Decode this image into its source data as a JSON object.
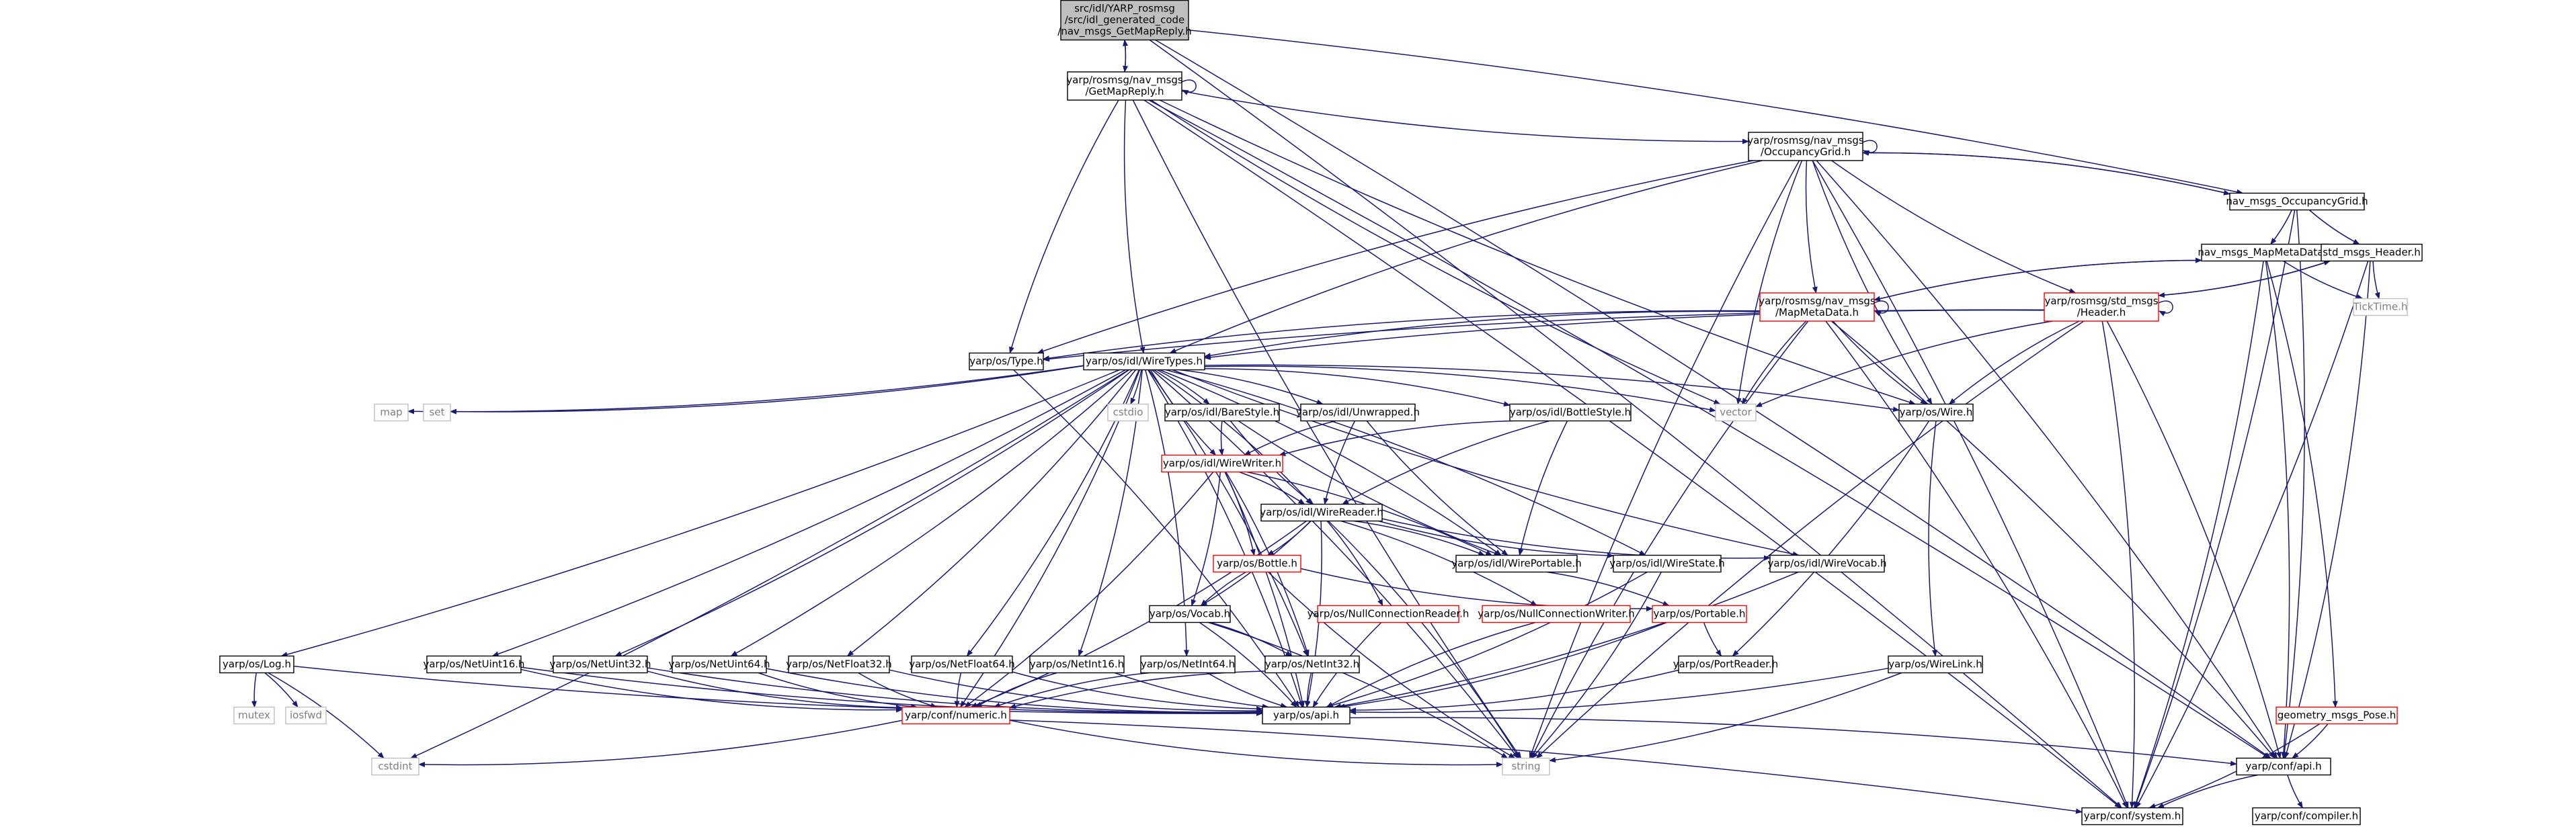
{
  "colors": {
    "edge": "#191970",
    "border_default": "#000000",
    "border_truncated": "#ff0000",
    "border_system": "#bfbfbf",
    "fill_default": "#ffffff",
    "fill_root": "#bfbfbf",
    "text_default": "#000000",
    "text_system": "#7f7f7f"
  },
  "nodes": [
    {
      "id": "root",
      "lines": [
        "src/idl/YARP_rosmsg",
        "/src/idl_generated_code",
        "/nav_msgs_GetMapReply.h"
      ],
      "kind": "root"
    },
    {
      "id": "getmapreply",
      "lines": [
        "yarp/rosmsg/nav_msgs",
        "/GetMapReply.h"
      ],
      "kind": "default"
    },
    {
      "id": "occgrid",
      "lines": [
        "yarp/rosmsg/nav_msgs",
        "/OccupancyGrid.h"
      ],
      "kind": "default"
    },
    {
      "id": "navocc",
      "lines": [
        "nav_msgs_OccupancyGrid.h"
      ],
      "kind": "default"
    },
    {
      "id": "navmeta",
      "lines": [
        "nav_msgs_MapMetaData.h"
      ],
      "kind": "default"
    },
    {
      "id": "stdheader",
      "lines": [
        "std_msgs_Header.h"
      ],
      "kind": "default"
    },
    {
      "id": "rosmeta",
      "lines": [
        "yarp/rosmsg/nav_msgs",
        "/MapMetaData.h"
      ],
      "kind": "truncated"
    },
    {
      "id": "rosheader",
      "lines": [
        "yarp/rosmsg/std_msgs",
        "/Header.h"
      ],
      "kind": "truncated"
    },
    {
      "id": "ticktime",
      "lines": [
        "TickTime.h"
      ],
      "kind": "system"
    },
    {
      "id": "type",
      "lines": [
        "yarp/os/Type.h"
      ],
      "kind": "default"
    },
    {
      "id": "wiretypes",
      "lines": [
        "yarp/os/idl/WireTypes.h"
      ],
      "kind": "default"
    },
    {
      "id": "map",
      "lines": [
        "map"
      ],
      "kind": "system"
    },
    {
      "id": "set",
      "lines": [
        "set"
      ],
      "kind": "system"
    },
    {
      "id": "cstdio",
      "lines": [
        "cstdio"
      ],
      "kind": "system"
    },
    {
      "id": "barestyle",
      "lines": [
        "yarp/os/idl/BareStyle.h"
      ],
      "kind": "default"
    },
    {
      "id": "unwrapped",
      "lines": [
        "yarp/os/idl/Unwrapped.h"
      ],
      "kind": "default"
    },
    {
      "id": "bottlestyle",
      "lines": [
        "yarp/os/idl/BottleStyle.h"
      ],
      "kind": "default"
    },
    {
      "id": "vector",
      "lines": [
        "vector"
      ],
      "kind": "system"
    },
    {
      "id": "wire",
      "lines": [
        "yarp/os/Wire.h"
      ],
      "kind": "default"
    },
    {
      "id": "wirewriter",
      "lines": [
        "yarp/os/idl/WireWriter.h"
      ],
      "kind": "truncated"
    },
    {
      "id": "wirereader",
      "lines": [
        "yarp/os/idl/WireReader.h"
      ],
      "kind": "default"
    },
    {
      "id": "bottle",
      "lines": [
        "yarp/os/Bottle.h"
      ],
      "kind": "truncated"
    },
    {
      "id": "wireportable",
      "lines": [
        "yarp/os/idl/WirePortable.h"
      ],
      "kind": "default"
    },
    {
      "id": "wirestate",
      "lines": [
        "yarp/os/idl/WireState.h"
      ],
      "kind": "default"
    },
    {
      "id": "wirevocab",
      "lines": [
        "yarp/os/idl/WireVocab.h"
      ],
      "kind": "default"
    },
    {
      "id": "vocab",
      "lines": [
        "yarp/os/Vocab.h"
      ],
      "kind": "default"
    },
    {
      "id": "nullreader",
      "lines": [
        "yarp/os/NullConnectionReader.h"
      ],
      "kind": "truncated"
    },
    {
      "id": "nullwriter",
      "lines": [
        "yarp/os/NullConnectionWriter.h"
      ],
      "kind": "truncated"
    },
    {
      "id": "portable",
      "lines": [
        "yarp/os/Portable.h"
      ],
      "kind": "truncated"
    },
    {
      "id": "portreader",
      "lines": [
        "yarp/os/PortReader.h"
      ],
      "kind": "default"
    },
    {
      "id": "wirelink",
      "lines": [
        "yarp/os/WireLink.h"
      ],
      "kind": "default"
    },
    {
      "id": "log",
      "lines": [
        "yarp/os/Log.h"
      ],
      "kind": "default"
    },
    {
      "id": "mutex",
      "lines": [
        "mutex"
      ],
      "kind": "system"
    },
    {
      "id": "iosfwd",
      "lines": [
        "iosfwd"
      ],
      "kind": "system"
    },
    {
      "id": "netuint16",
      "lines": [
        "yarp/os/NetUint16.h"
      ],
      "kind": "default"
    },
    {
      "id": "netuint32",
      "lines": [
        "yarp/os/NetUint32.h"
      ],
      "kind": "default"
    },
    {
      "id": "netuint64",
      "lines": [
        "yarp/os/NetUint64.h"
      ],
      "kind": "default"
    },
    {
      "id": "netfloat32",
      "lines": [
        "yarp/os/NetFloat32.h"
      ],
      "kind": "default"
    },
    {
      "id": "netfloat64",
      "lines": [
        "yarp/os/NetFloat64.h"
      ],
      "kind": "default"
    },
    {
      "id": "netint16",
      "lines": [
        "yarp/os/NetInt16.h"
      ],
      "kind": "default"
    },
    {
      "id": "netint64",
      "lines": [
        "yarp/os/NetInt64.h"
      ],
      "kind": "default"
    },
    {
      "id": "netint32",
      "lines": [
        "yarp/os/NetInt32.h"
      ],
      "kind": "default"
    },
    {
      "id": "osapi",
      "lines": [
        "yarp/os/api.h"
      ],
      "kind": "default"
    },
    {
      "id": "numeric",
      "lines": [
        "yarp/conf/numeric.h"
      ],
      "kind": "truncated"
    },
    {
      "id": "cstdint",
      "lines": [
        "cstdint"
      ],
      "kind": "system"
    },
    {
      "id": "string",
      "lines": [
        "string"
      ],
      "kind": "system"
    },
    {
      "id": "geopose",
      "lines": [
        "geometry_msgs_Pose.h"
      ],
      "kind": "truncated"
    },
    {
      "id": "confapi",
      "lines": [
        "yarp/conf/api.h"
      ],
      "kind": "default"
    },
    {
      "id": "confsystem",
      "lines": [
        "yarp/conf/system.h"
      ],
      "kind": "default"
    },
    {
      "id": "confcompiler",
      "lines": [
        "yarp/conf/compiler.h"
      ],
      "kind": "default"
    }
  ],
  "edges": [
    [
      "root",
      "getmapreply"
    ],
    [
      "root",
      "navocc"
    ],
    [
      "root",
      "confapi"
    ],
    [
      "root",
      "confsystem"
    ],
    [
      "getmapreply",
      "getmapreply"
    ],
    [
      "getmapreply",
      "root"
    ],
    [
      "getmapreply",
      "occgrid"
    ],
    [
      "getmapreply",
      "type"
    ],
    [
      "getmapreply",
      "wiretypes"
    ],
    [
      "getmapreply",
      "wire"
    ],
    [
      "getmapreply",
      "vector"
    ],
    [
      "getmapreply",
      "string"
    ],
    [
      "getmapreply",
      "confapi"
    ],
    [
      "getmapreply",
      "confsystem"
    ],
    [
      "occgrid",
      "occgrid"
    ],
    [
      "occgrid",
      "navocc"
    ],
    [
      "occgrid",
      "rosmeta"
    ],
    [
      "occgrid",
      "rosheader"
    ],
    [
      "occgrid",
      "type"
    ],
    [
      "occgrid",
      "wiretypes"
    ],
    [
      "occgrid",
      "wire"
    ],
    [
      "occgrid",
      "vector"
    ],
    [
      "occgrid",
      "string"
    ],
    [
      "occgrid",
      "confapi"
    ],
    [
      "occgrid",
      "confsystem"
    ],
    [
      "navocc",
      "occgrid"
    ],
    [
      "navocc",
      "navmeta"
    ],
    [
      "navocc",
      "stdheader"
    ],
    [
      "navocc",
      "confapi"
    ],
    [
      "navocc",
      "confsystem"
    ],
    [
      "navmeta",
      "rosmeta"
    ],
    [
      "navmeta",
      "ticktime"
    ],
    [
      "navmeta",
      "geopose"
    ],
    [
      "navmeta",
      "confapi"
    ],
    [
      "navmeta",
      "confsystem"
    ],
    [
      "stdheader",
      "rosheader"
    ],
    [
      "stdheader",
      "ticktime"
    ],
    [
      "stdheader",
      "confapi"
    ],
    [
      "stdheader",
      "confsystem"
    ],
    [
      "rosmeta",
      "rosmeta"
    ],
    [
      "rosmeta",
      "navmeta"
    ],
    [
      "rosmeta",
      "type"
    ],
    [
      "rosmeta",
      "wiretypes"
    ],
    [
      "rosmeta",
      "wire"
    ],
    [
      "rosmeta",
      "vector"
    ],
    [
      "rosmeta",
      "string"
    ],
    [
      "rosmeta",
      "confapi"
    ],
    [
      "rosmeta",
      "confsystem"
    ],
    [
      "rosheader",
      "rosheader"
    ],
    [
      "rosheader",
      "stdheader"
    ],
    [
      "rosheader",
      "type"
    ],
    [
      "rosheader",
      "wiretypes"
    ],
    [
      "rosheader",
      "wire"
    ],
    [
      "rosheader",
      "vector"
    ],
    [
      "rosheader",
      "string"
    ],
    [
      "rosheader",
      "confapi"
    ],
    [
      "rosheader",
      "confsystem"
    ],
    [
      "type",
      "osapi"
    ],
    [
      "wiretypes",
      "map"
    ],
    [
      "wiretypes",
      "set"
    ],
    [
      "wiretypes",
      "cstdio"
    ],
    [
      "wiretypes",
      "barestyle"
    ],
    [
      "wiretypes",
      "unwrapped"
    ],
    [
      "wiretypes",
      "bottlestyle"
    ],
    [
      "wiretypes",
      "vector"
    ],
    [
      "wiretypes",
      "wire"
    ],
    [
      "wiretypes",
      "wirewriter"
    ],
    [
      "wiretypes",
      "wirereader"
    ],
    [
      "wiretypes",
      "wireportable"
    ],
    [
      "wiretypes",
      "wirestate"
    ],
    [
      "wiretypes",
      "wirevocab"
    ],
    [
      "wiretypes",
      "log"
    ],
    [
      "wiretypes",
      "netuint16"
    ],
    [
      "wiretypes",
      "netuint32"
    ],
    [
      "wiretypes",
      "netuint64"
    ],
    [
      "wiretypes",
      "netfloat32"
    ],
    [
      "wiretypes",
      "netfloat64"
    ],
    [
      "wiretypes",
      "netint16"
    ],
    [
      "wiretypes",
      "netint64"
    ],
    [
      "wiretypes",
      "netint32"
    ],
    [
      "wiretypes",
      "numeric"
    ],
    [
      "wiretypes",
      "cstdint"
    ],
    [
      "wiretypes",
      "string"
    ],
    [
      "wiretypes",
      "osapi"
    ],
    [
      "barestyle",
      "wirewriter"
    ],
    [
      "barestyle",
      "wirereader"
    ],
    [
      "barestyle",
      "wireportable"
    ],
    [
      "unwrapped",
      "wirewriter"
    ],
    [
      "unwrapped",
      "wirereader"
    ],
    [
      "unwrapped",
      "wireportable"
    ],
    [
      "bottlestyle",
      "wirewriter"
    ],
    [
      "bottlestyle",
      "wirereader"
    ],
    [
      "bottlestyle",
      "wireportable"
    ],
    [
      "wire",
      "portreader"
    ],
    [
      "wire",
      "wirelink"
    ],
    [
      "wirewriter",
      "wirereader"
    ],
    [
      "wirewriter",
      "bottle"
    ],
    [
      "wirewriter",
      "vocab"
    ],
    [
      "wirewriter",
      "wireportable"
    ],
    [
      "wirewriter",
      "netint32"
    ],
    [
      "wirewriter",
      "numeric"
    ],
    [
      "wirewriter",
      "osapi"
    ],
    [
      "wirereader",
      "wireportable"
    ],
    [
      "wirereader",
      "wirestate"
    ],
    [
      "wirereader",
      "wirevocab"
    ],
    [
      "wirereader",
      "bottle"
    ],
    [
      "wirereader",
      "vocab"
    ],
    [
      "wirereader",
      "nullreader"
    ],
    [
      "wirereader",
      "nullwriter"
    ],
    [
      "wirereader",
      "string"
    ],
    [
      "wirereader",
      "osapi"
    ],
    [
      "wirereader",
      "numeric"
    ],
    [
      "wireportable",
      "portable"
    ],
    [
      "wirestate",
      "osapi"
    ],
    [
      "wirestate",
      "string"
    ],
    [
      "wirevocab",
      "osapi"
    ],
    [
      "bottle",
      "vocab"
    ],
    [
      "bottle",
      "portable"
    ],
    [
      "bottle",
      "string"
    ],
    [
      "vocab",
      "netint32"
    ],
    [
      "vocab",
      "osapi"
    ],
    [
      "vocab",
      "string"
    ],
    [
      "nullreader",
      "osapi"
    ],
    [
      "nullwriter",
      "osapi"
    ],
    [
      "portable",
      "portreader"
    ],
    [
      "portable",
      "osapi"
    ],
    [
      "portreader",
      "osapi"
    ],
    [
      "wirelink",
      "osapi"
    ],
    [
      "wirelink",
      "string"
    ],
    [
      "log",
      "mutex"
    ],
    [
      "log",
      "iosfwd"
    ],
    [
      "log",
      "cstdint"
    ],
    [
      "log",
      "osapi"
    ],
    [
      "netuint16",
      "numeric"
    ],
    [
      "netuint16",
      "osapi"
    ],
    [
      "netuint32",
      "numeric"
    ],
    [
      "netuint32",
      "osapi"
    ],
    [
      "netuint64",
      "numeric"
    ],
    [
      "netuint64",
      "osapi"
    ],
    [
      "netfloat32",
      "numeric"
    ],
    [
      "netfloat32",
      "osapi"
    ],
    [
      "netfloat64",
      "numeric"
    ],
    [
      "netfloat64",
      "osapi"
    ],
    [
      "netint16",
      "numeric"
    ],
    [
      "netint16",
      "osapi"
    ],
    [
      "netint64",
      "numeric"
    ],
    [
      "netint64",
      "osapi"
    ],
    [
      "netint32",
      "numeric"
    ],
    [
      "netint32",
      "osapi"
    ],
    [
      "osapi",
      "confapi"
    ],
    [
      "numeric",
      "cstdint"
    ],
    [
      "numeric",
      "string"
    ],
    [
      "numeric",
      "confsystem"
    ],
    [
      "geopose",
      "confapi"
    ],
    [
      "geopose",
      "confsystem"
    ],
    [
      "confapi",
      "confsystem"
    ],
    [
      "confapi",
      "confcompiler"
    ]
  ]
}
